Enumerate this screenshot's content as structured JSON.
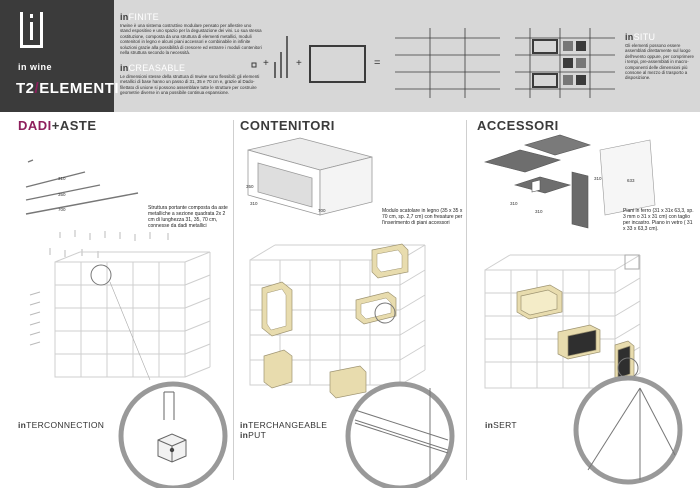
{
  "brand": {
    "name": "in wine",
    "series": "T2",
    "series_sep": "/",
    "series_title": "ELEMENTI"
  },
  "header": {
    "finite": {
      "prefix": "in",
      "word": "FINITE",
      "text": "Inwine è una sistema costruttivo modulare pensato per allestire uno stand espositivo e uno spazio per la degustazione dei vini. Lo sua stessa costituzione, composta da una struttura di elementi metallici, moduli contenitori in legno e alcuni piani accessori e combinabile in infinite soluzioni grazie alla possibilità di crescere ed estrarre i moduli contenitori nella struttura secondo la necessità."
    },
    "creasable": {
      "prefix": "in",
      "word": "CREASABLE",
      "text": "Le dimensioni stesse della struttura di Inwine sono flessibili: gli elementi metallici di base hanno un passo di 31, 35 e 70 cm e, grazie al Dado-filettato di unione si possono assemblare tutte le strutture per costruire geometrie diverse in una possibile continua espansione."
    },
    "situ": {
      "prefix": "in",
      "word": "SITU",
      "text": "Gli elementi possono essere assemblati direttamente sul luogo dell'evento oppure, per comprimere i tempi, pre-assemblati in macro-componenti delle dimensioni più consone al mezzo di trasporto a disposizione."
    },
    "equation": {
      "plus1": "+",
      "plus2": "+",
      "equals": "="
    }
  },
  "sections": {
    "dadi": {
      "title_a": "DADI",
      "title_b": "+ASTE",
      "dims": [
        "310",
        "350",
        "700"
      ],
      "desc": "Struttura portante composta da aste metalliche a sezione quadrata 2x 2 cm di lunghezza 31, 35, 70 cm, connesse da dadi metallici",
      "in_prefix": "in",
      "in_word": "TERCONNECTION"
    },
    "contenitori": {
      "title": "CONTENITORI",
      "dims": [
        "350",
        "310",
        "700"
      ],
      "desc": "Modulo scatolare in legno (35 x 35 x 70 cm, sp. 2,7 cm) con fresature per l'inserimento di piani accessori",
      "in_prefix": "in",
      "in_word1": "TERCHANGEABLE",
      "in_word2": "PUT"
    },
    "accessori": {
      "title": "ACCESSORI",
      "dims": [
        "310",
        "310",
        "310",
        "633"
      ],
      "desc": "Piani in ferro (31 x 31x 63,3, sp. 3 mm o 31 x 31 cm) con taglio per incastro. Piano in vetro ( 31 x 33 x 63,3 cm).",
      "in_prefix": "in",
      "in_word": "SERT"
    }
  },
  "colors": {
    "accent": "#8e1f5d",
    "dark": "#3b3b3b",
    "band": "#d7d7d7",
    "wood": "#e8dcae"
  }
}
